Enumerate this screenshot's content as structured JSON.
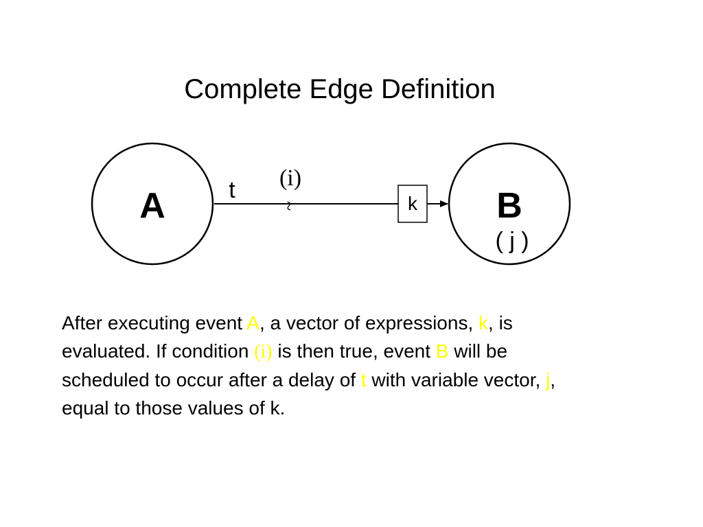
{
  "slide": {
    "title": "Complete Edge Definition"
  },
  "diagram": {
    "node_a_label": "A",
    "node_b_label": "B",
    "delay_label": "t",
    "condition_label": "(i)",
    "condition_symbol": "~",
    "expression_box_label": "k",
    "parameter_label": "( j )"
  },
  "description": {
    "line1_part1": "After executing event ",
    "line1_event_a": "A",
    "line1_part2": ", a vector of expressions, ",
    "line1_k": "k",
    "line1_part3": ", is",
    "line2_part1": "evaluated. If condition ",
    "line2_condition": "(i)",
    "line2_part2": " is then true, event ",
    "line2_event_b": "B",
    "line2_part3": " will be",
    "line3_part1": "scheduled to occur after a delay of ",
    "line3_t": "t",
    "line3_part2": " with variable vector, ",
    "line3_j": "j",
    "line3_part3": ",",
    "line4": "equal to those values of k."
  },
  "colors": {
    "background": "#ffffff",
    "text": "#000000",
    "highlight": "#ffff00"
  }
}
